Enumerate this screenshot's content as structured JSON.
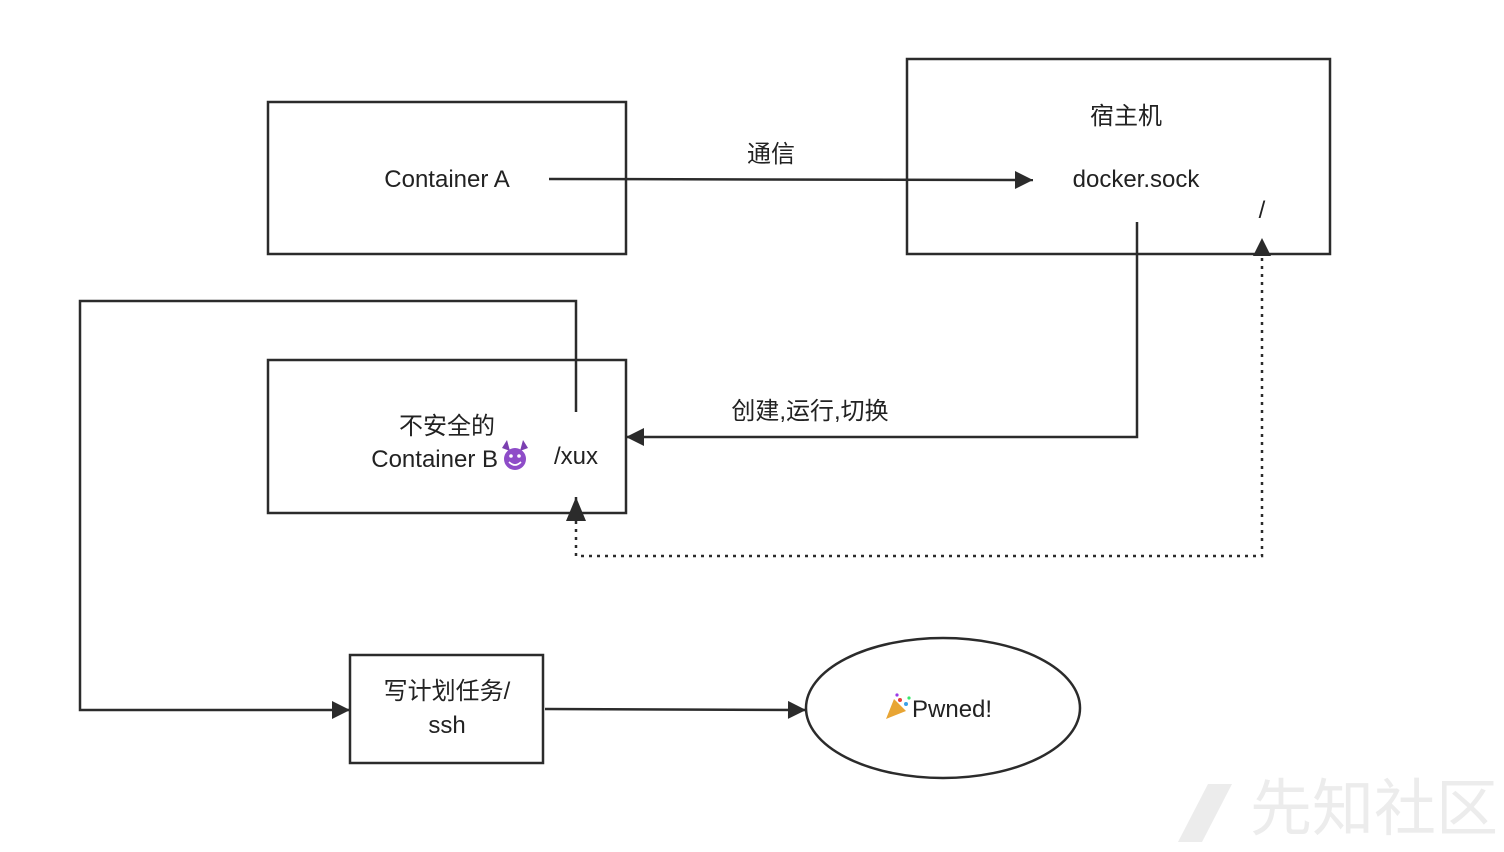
{
  "nodes": {
    "container_a": {
      "label": "Container A"
    },
    "host": {
      "title": "宿主机",
      "sock": "docker.sock",
      "root": "/"
    },
    "container_b": {
      "line1": "不安全的",
      "line2": "Container B",
      "emoji": "😈",
      "mount": "/xux"
    },
    "cron": {
      "line1": "写计划任务/",
      "line2": "ssh"
    },
    "pwned": {
      "label": "Pwned!",
      "emoji": "🎉"
    }
  },
  "edges": {
    "a_to_sock": {
      "label": "通信"
    },
    "sock_to_b": {
      "label": "创建,运行,切换"
    }
  },
  "watermark": {
    "text": "先知社区"
  },
  "colors": {
    "stroke": "#2b2b2b",
    "text": "#222222",
    "background": "#ffffff",
    "watermark": "#ececec"
  }
}
